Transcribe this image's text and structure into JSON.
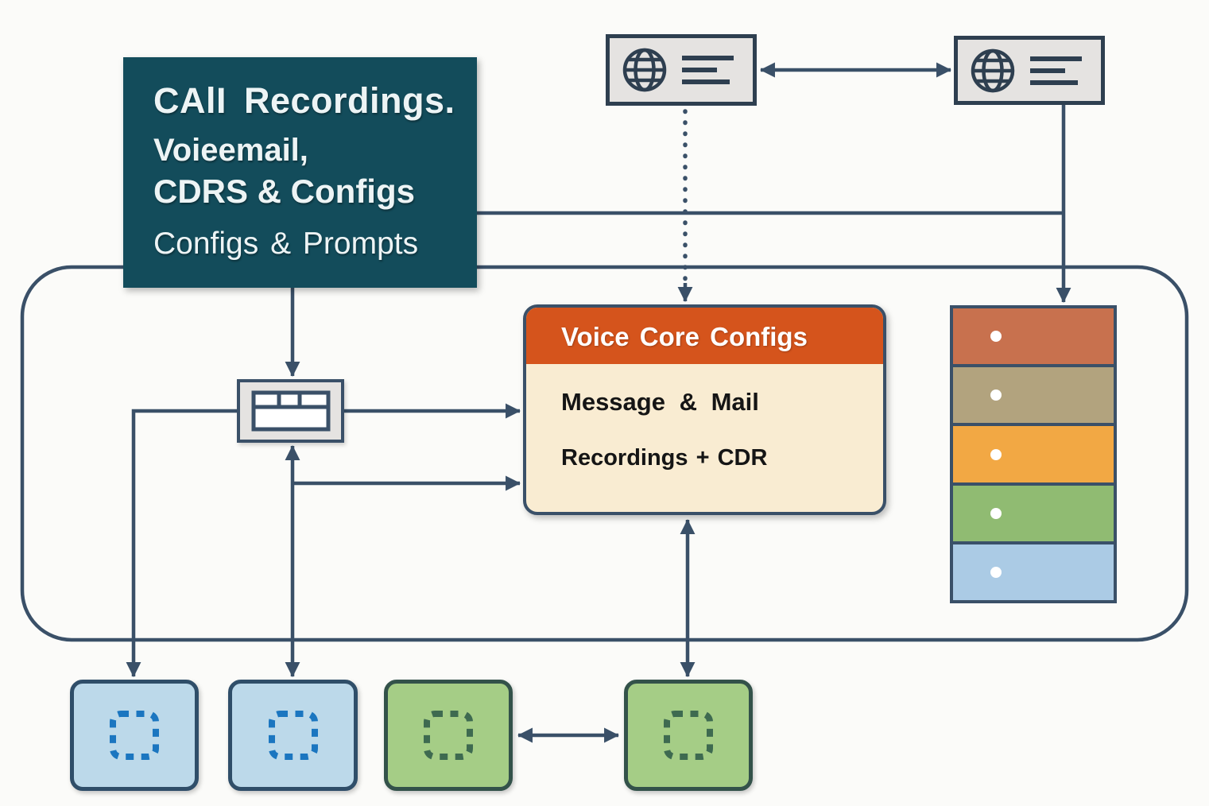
{
  "colors": {
    "bg": "#FBFBF9",
    "line": "#3A5068",
    "teal": "#134C5B",
    "teal_text": "#EDF4F5",
    "orange": "#D5541C",
    "cream": "#F9ECD2",
    "body_text": "#151515",
    "node_fill": "#E5E3E1",
    "node_border": "#2E3F50",
    "blue_fill": "#BCD9EA",
    "blue_border": "#2F4E69",
    "blue_icon": "#1B76C0",
    "green_fill": "#A5CD86",
    "green_border": "#33524A",
    "green_icon": "#3E6A50"
  },
  "storage_box": {
    "line1": "CAlI Recordings.",
    "line2": "Voieemail,",
    "line3": "CDRS & Configs",
    "line4": "Configs & Prompts"
  },
  "web_node_left": {
    "icon": "globe-icon",
    "detail": "text-lines-icon"
  },
  "web_node_right": {
    "icon": "globe-icon",
    "detail": "text-lines-icon"
  },
  "window_node": {
    "icon": "window-table-icon"
  },
  "core_box": {
    "title": "Voice Core Configs",
    "row1": "Message & Mail",
    "row2": "Recordings + CDR"
  },
  "stack": {
    "rows": [
      {
        "color": "#C8714E",
        "icon": "dot-icon"
      },
      {
        "color": "#B2A37E",
        "icon": "dot-icon"
      },
      {
        "color": "#F2A844",
        "icon": "dot-icon"
      },
      {
        "color": "#90BB72",
        "icon": "dot-icon"
      },
      {
        "color": "#ABCBE5",
        "icon": "dot-icon"
      }
    ]
  },
  "bottom_nodes": [
    {
      "type": "blue",
      "icon": "dashed-square-icon"
    },
    {
      "type": "blue",
      "icon": "dashed-square-icon"
    },
    {
      "type": "green",
      "icon": "dashed-square-icon"
    },
    {
      "type": "green",
      "icon": "dashed-square-icon"
    }
  ]
}
